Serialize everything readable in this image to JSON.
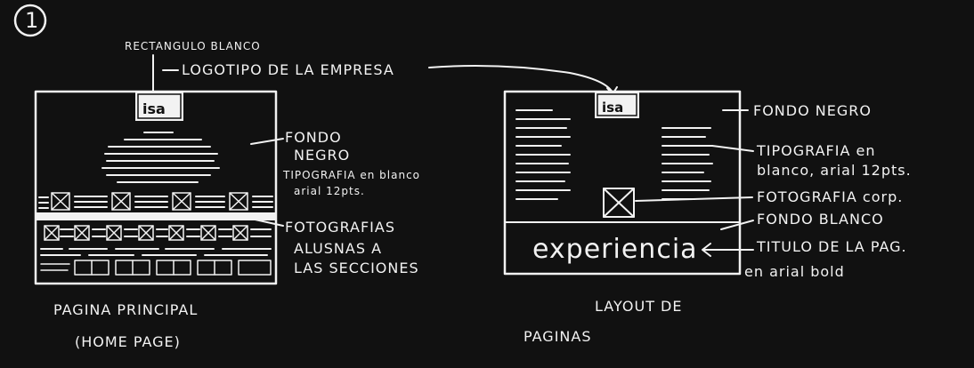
{
  "step_number": "1",
  "home": {
    "annotation_white_rect": "RECTANGULO BLANCO",
    "annotation_logo": "LOGOTIPO DE LA EMPRESA",
    "annotation_black_bg_1": "FONDO",
    "annotation_black_bg_2": "NEGRO",
    "annotation_typo_1": "TIPOGRAFIA en blanco",
    "annotation_typo_2": "arial 12pts.",
    "annotation_photos_1": "FOTOGRAFIAS",
    "annotation_photos_2": "ALUSNAS A",
    "annotation_photos_3": "LAS SECCIONES",
    "caption_1": "PAGINA PRINCIPAL",
    "caption_2": "(HOME PAGE)",
    "logo_text": "isa"
  },
  "layout": {
    "annotation_black_bg": "FONDO NEGRO",
    "annotation_typo_1": "TIPOGRAFIA en",
    "annotation_typo_2": "blanco, arial 12pts.",
    "annotation_photo": "FOTOGRAFIA corp.",
    "annotation_white_bg": "FONDO BLANCO",
    "annotation_page_title": "TITULO DE LA PAG.",
    "annotation_bold": "en arial bold",
    "page_title_text": "experiencia",
    "caption_1": "LAYOUT DE",
    "caption_2": "PAGINAS",
    "logo_text": "isa"
  }
}
